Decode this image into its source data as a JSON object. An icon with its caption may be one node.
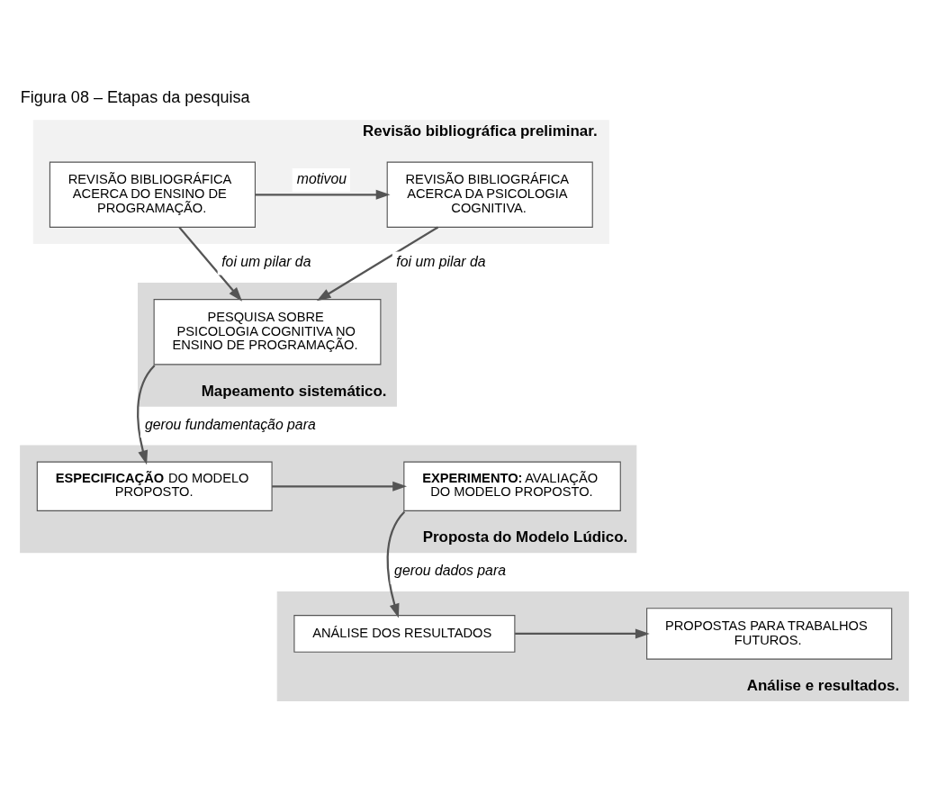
{
  "diagram": {
    "title": "Figura 08 – Etapas da pesquisa",
    "nodes": [
      {
        "text": [
          "Revisão bibliográfica preliminar."
        ]
      },
      {
        "text": [
          "REVISÃO BIBLIOGRÁFICA ACERCA DO ENSINO DE PROGRAMAÇÃO."
        ],
        "in": 0
      },
      {
        "text": [
          "REVISÃO BIBLIOGRÁFICA ACERCA DA PSICOLOGIA COGNITIVA."
        ],
        "in": 0
      },
      {
        "text": [
          "Mapeamento sistemático."
        ]
      },
      {
        "text": [
          "PESQUISA SOBRE PSICOLOGIA COGNITIVA NO ENSINO DE PROGRAMAÇÃO."
        ],
        "in": 3
      },
      {
        "text": [
          "Proposta do Modelo Lúdico."
        ]
      },
      {
        "text": [
          "**ESPECIFICAÇÃO** DO MODELO PROPOSTO."
        ],
        "in": 5
      },
      {
        "text": [
          "**EXPERIMENTO:** AVALIAÇÃO DO MODELO PROPOSTO."
        ],
        "in": 5
      },
      {
        "text": [
          "Análise e resultados."
        ]
      },
      {
        "text": [
          "ANÁLISE DOS RESULTADOS"
        ],
        "in": 8
      },
      {
        "text": [
          "PROPOSTAS PARA TRABALHOS FUTUROS."
        ],
        "in": 8
      }
    ],
    "edges": [
      {
        "from": 1,
        "to": 2,
        "arrow": "to",
        "label": "motivou"
      },
      {
        "from": 1,
        "to": 4,
        "arrow": "to",
        "label": "foi um pilar da"
      },
      {
        "from": 2,
        "to": 4,
        "arrow": "to",
        "label": "foi um pilar da"
      },
      {
        "from": 4,
        "to": 6,
        "arrow": "to",
        "label": "gerou fundamentação para"
      },
      {
        "from": 6,
        "to": 7,
        "arrow": "to"
      },
      {
        "from": 7,
        "to": 9,
        "arrow": "to",
        "label": "gerou dados para"
      },
      {
        "from": 9,
        "to": 10,
        "arrow": "to"
      }
    ]
  }
}
